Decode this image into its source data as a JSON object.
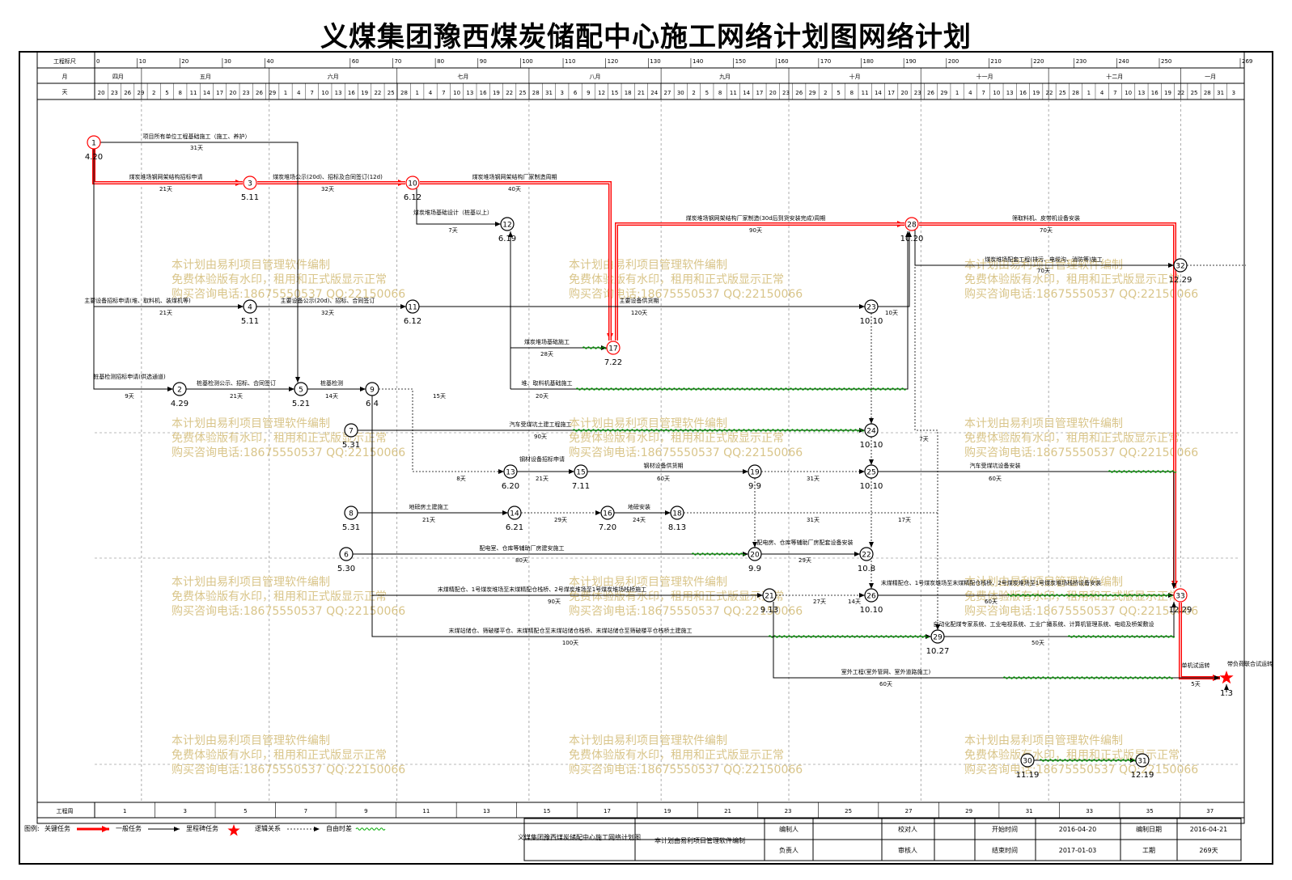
{
  "title": "义煤集团豫西煤炭储配中心施工网络计划图网络计划",
  "scale": {
    "label_gongcheng": "工程标尺",
    "label_month": "月",
    "label_day": "天",
    "label_week": "工程周",
    "ticks": [
      "0",
      "10",
      "20",
      "30",
      "40",
      "60",
      "70",
      "80",
      "90",
      "100",
      "110",
      "120",
      "130",
      "140",
      "150",
      "160",
      "170",
      "180",
      "190",
      "200",
      "210",
      "220",
      "230",
      "240",
      "250",
      "269"
    ],
    "months": [
      "四月",
      "五月",
      "六月",
      "七月",
      "八月",
      "九月",
      "十月",
      "十一月",
      "十二月",
      "一月"
    ],
    "days": [
      "20",
      "23",
      "26",
      "29",
      "2",
      "5",
      "8",
      "11",
      "14",
      "17",
      "20",
      "23",
      "26",
      "29",
      "1",
      "4",
      "7",
      "10",
      "13",
      "16",
      "19",
      "22",
      "25",
      "28",
      "1",
      "4",
      "7",
      "10",
      "13",
      "16",
      "19",
      "22",
      "25",
      "28",
      "31",
      "3",
      "6",
      "9",
      "12",
      "15",
      "18",
      "21",
      "24",
      "27",
      "30",
      "2",
      "5",
      "8",
      "11",
      "14",
      "17",
      "20",
      "23",
      "26",
      "29",
      "2",
      "5",
      "8",
      "11",
      "14",
      "17",
      "20",
      "23",
      "26",
      "29",
      "1",
      "4",
      "7",
      "10",
      "13",
      "16",
      "19",
      "22",
      "25",
      "28",
      "1",
      "4",
      "7",
      "10",
      "13",
      "16",
      "19",
      "22",
      "25",
      "28",
      "31",
      "3"
    ],
    "weeks": [
      "1",
      "3",
      "5",
      "7",
      "9",
      "11",
      "13",
      "15",
      "17",
      "19",
      "21",
      "23",
      "25",
      "27",
      "29",
      "31",
      "33",
      "35",
      "37"
    ]
  },
  "nodes": [
    {
      "id": "1",
      "date": "4.20"
    },
    {
      "id": "2",
      "date": "4.29"
    },
    {
      "id": "3",
      "date": "5.11"
    },
    {
      "id": "4",
      "date": "5.11"
    },
    {
      "id": "5",
      "date": "5.21"
    },
    {
      "id": "6",
      "date": "5.30"
    },
    {
      "id": "7",
      "date": "5.31"
    },
    {
      "id": "8",
      "date": "5.31"
    },
    {
      "id": "9",
      "date": "6.4"
    },
    {
      "id": "10",
      "date": "6.12"
    },
    {
      "id": "11",
      "date": "6.12"
    },
    {
      "id": "12",
      "date": "6.19"
    },
    {
      "id": "13",
      "date": "6.20"
    },
    {
      "id": "14",
      "date": "6.21"
    },
    {
      "id": "15",
      "date": "7.11"
    },
    {
      "id": "16",
      "date": "7.20"
    },
    {
      "id": "17",
      "date": "7.22"
    },
    {
      "id": "18",
      "date": "8.13"
    },
    {
      "id": "19",
      "date": "9.9"
    },
    {
      "id": "20",
      "date": "9.9"
    },
    {
      "id": "21",
      "date": "9.13"
    },
    {
      "id": "22",
      "date": "10.8"
    },
    {
      "id": "23",
      "date": "10.10"
    },
    {
      "id": "24",
      "date": "10.10"
    },
    {
      "id": "25",
      "date": "10.10"
    },
    {
      "id": "26",
      "date": "10.10"
    },
    {
      "id": "28",
      "date": "10.20"
    },
    {
      "id": "29",
      "date": "10.27"
    },
    {
      "id": "30",
      "date": "11.19"
    },
    {
      "id": "31",
      "date": "12.19"
    },
    {
      "id": "32",
      "date": "12.29"
    },
    {
      "id": "33",
      "date": "12.29"
    },
    {
      "id": "34",
      "date": "1.3"
    }
  ],
  "tasks": [
    {
      "name": "项目所有单位工程基础施工（施工、养护）",
      "dur": "31天"
    },
    {
      "name": "煤炭堆场钢网架结构招标申请",
      "dur": "21天"
    },
    {
      "name": "煤炭堆场公示(20d)、招标及合同签订(12d)",
      "dur": "32天"
    },
    {
      "name": "煤炭堆场钢网架结构厂家制造周期",
      "dur": "40天"
    },
    {
      "name": "煤炭堆场基础设计（桩基以上）",
      "dur": "7天"
    },
    {
      "name": "煤炭堆场钢网架结构厂家制造(30d后到货安装完成)周期",
      "dur": "90天"
    },
    {
      "name": "筛取料机、皮带机设备安装",
      "dur": "70天"
    },
    {
      "name": "煤炭堆场配套工程(排污、电缆沟、消防等)施工",
      "dur": "70天"
    },
    {
      "name": "主要设备招标申请(堆、取料机、装煤机等)",
      "dur": "21天"
    },
    {
      "name": "主要设备公示(20d)、招标、合同签订",
      "dur": "32天"
    },
    {
      "name": "主要设备供货期",
      "dur": "120天"
    },
    {
      "name": "煤炭堆场基础施工",
      "dur": "28天"
    },
    {
      "name": "堆、取料机基础施工",
      "dur": "20天"
    },
    {
      "name": "桩基检测招标申请(供选通道)",
      "dur": "9天"
    },
    {
      "name": "桩基检测公示、招标、合同签订",
      "dur": "21天"
    },
    {
      "name": "桩基检测",
      "dur": "14天"
    },
    {
      "name": "汽车受煤坑土建工程施工",
      "dur": "90天"
    },
    {
      "name": "钢材设备招标申请",
      "dur": "21天"
    },
    {
      "name": "钢材设备供货期",
      "dur": "60天"
    },
    {
      "name": "汽车受煤坑设备安装",
      "dur": "60天"
    },
    {
      "name": "地磅房土建施工",
      "dur": "21天"
    },
    {
      "name": "地磅安装",
      "dur": "24天"
    },
    {
      "name": "配电室、仓库等辅助厂房建安施工",
      "dur": "80天"
    },
    {
      "name": "配电房、仓库等辅助厂房配套设备安装",
      "dur": "29天"
    },
    {
      "name": "末煤精配仓、1号煤炭堆场至末煤精配仓栈桥、2号煤炭堆场至1号煤炭堆场栈桥施工",
      "dur": "90天"
    },
    {
      "name": "末煤精配仓、1号煤炭堆场至末煤精配仓栈桥、2号煤炭堆场至1号煤炭堆场栈桥设备安装",
      "dur": "60天"
    },
    {
      "name": "末煤站储仓、筛破楼平仓、末煤精配仓至末煤站储仓栈桥、末煤站储仓至筛破楼平仓栈桥土建施工",
      "dur": "100天"
    },
    {
      "name": "自动化配煤专家系统、工业电视系统、工业广播系统、计算机管理系统、电缆及桥架敷设",
      "dur": "50天"
    },
    {
      "name": "室外工程(室外管网、室外道路施工)",
      "dur": "60天"
    },
    {
      "name": "单机试运转",
      "dur": "5天"
    },
    {
      "name": "带负荷联合试运转",
      "dur": ""
    }
  ],
  "float_labels": [
    "10天",
    "15天",
    "31天",
    "29天",
    "31天",
    "17天",
    "27天",
    "14天",
    "7天"
  ],
  "watermark": [
    "本计划由易利项目管理软件编制",
    "免费体验版有水印，租用和正式版显示正常",
    "购买咨询电话:18675550537 QQ:22150066"
  ],
  "legend": {
    "label": "图例:",
    "items": [
      "关键任务",
      "一般任务",
      "里程碑任务",
      "逻辑关系",
      "自由时差"
    ]
  },
  "footer": {
    "project": "义煤集团豫西煤炭储配中心施工网络计划图",
    "software": "本计划由易利项目管理软件编制",
    "bianzhi": "编制人",
    "jiaodui": "校对人",
    "start_label": "开始时间",
    "start": "2016-04-20",
    "date_label": "编制日期",
    "date": "2016-04-21",
    "fuze": "负责人",
    "shenhe": "审核人",
    "end_label": "结束时间",
    "end": "2017-01-03",
    "period_label": "工期",
    "period": "269天"
  },
  "colors": {
    "critical": "#ff0000",
    "normal": "#000000",
    "free": "#00aa00",
    "watermark": "#d9c58a"
  }
}
